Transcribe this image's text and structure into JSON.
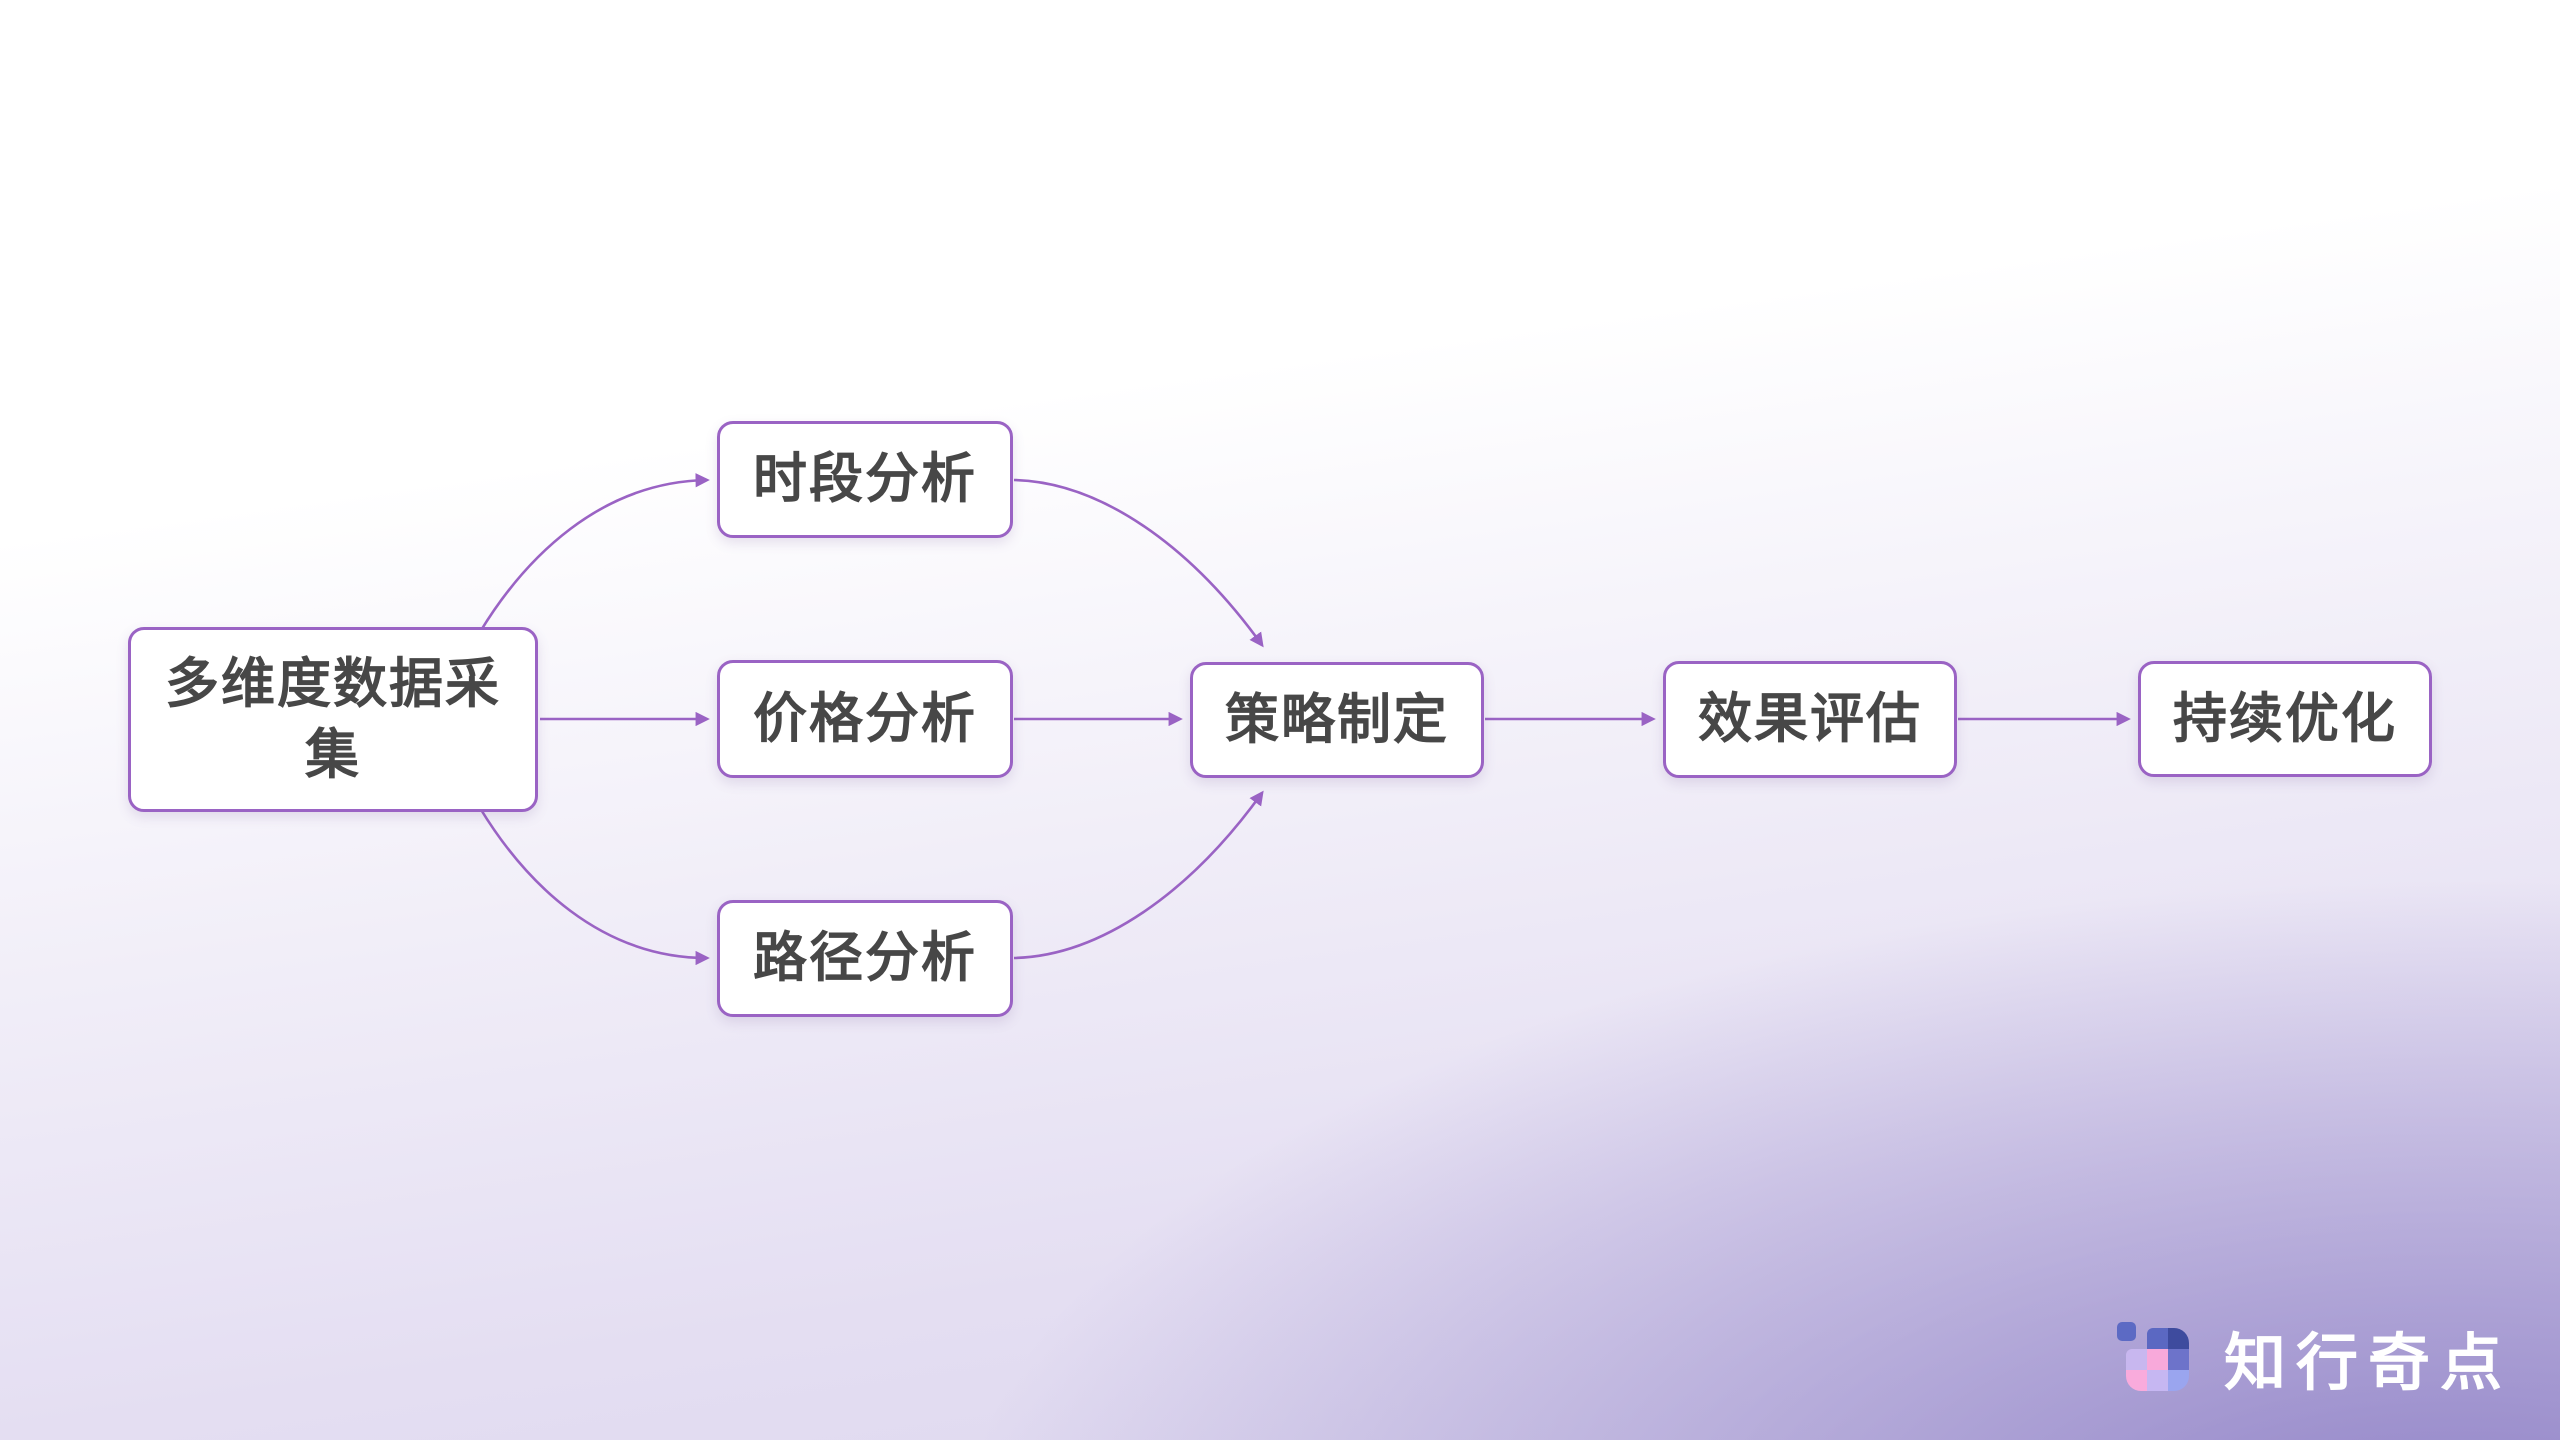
{
  "diagram": {
    "nodes": {
      "source": {
        "label": "多维度数据采集"
      },
      "time": {
        "label": "时段分析"
      },
      "price": {
        "label": "价格分析"
      },
      "path": {
        "label": "路径分析"
      },
      "strategy": {
        "label": "策略制定"
      },
      "evaluation": {
        "label": "效果评估"
      },
      "optimization": {
        "label": "持续优化"
      }
    },
    "edges": [
      {
        "from": "多维度数据采集",
        "to": "时段分析"
      },
      {
        "from": "多维度数据采集",
        "to": "价格分析"
      },
      {
        "from": "多维度数据采集",
        "to": "路径分析"
      },
      {
        "from": "时段分析",
        "to": "策略制定"
      },
      {
        "from": "价格分析",
        "to": "策略制定"
      },
      {
        "from": "路径分析",
        "to": "策略制定"
      },
      {
        "from": "策略制定",
        "to": "效果评估"
      },
      {
        "from": "效果评估",
        "to": "持续优化"
      }
    ]
  },
  "branding": {
    "logo_text": "知行奇点",
    "logo_detached_color": "#5c6ac4",
    "logo_cells": [
      "",
      "#5b68c2",
      "#3e4b9e",
      "#c8b7ef",
      "#f8a9da",
      "#6d73ca",
      "#f9abdc",
      "#c6b7f2",
      "#9aa5ef"
    ]
  },
  "colors": {
    "node_border": "#9a63c4",
    "connector": "#9a63c4",
    "node_text": "#474747",
    "node_background": "#ffffff",
    "background_top": "#ffffff",
    "background_lavender": "#dcd6ee",
    "background_bottom_right": "#9c90cc",
    "logo_text_color": "#ffffff"
  }
}
